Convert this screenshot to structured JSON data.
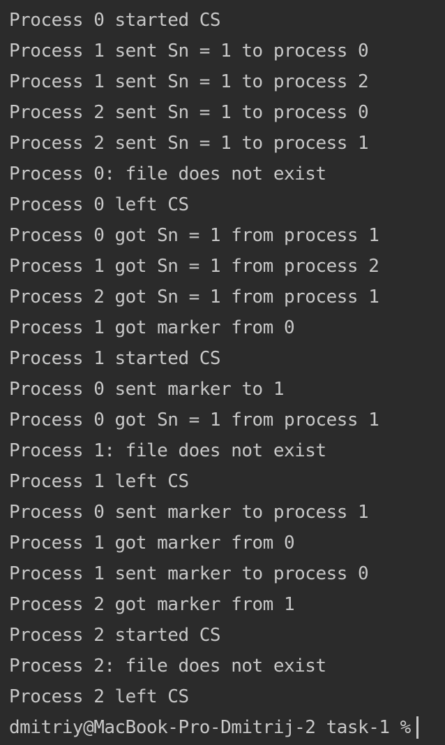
{
  "terminal": {
    "lines": [
      "Process 0 started CS",
      "Process 1 sent Sn = 1 to process 0",
      "Process 1 sent Sn = 1 to process 2",
      "Process 2 sent Sn = 1 to process 0",
      "Process 2 sent Sn = 1 to process 1",
      "Process 0: file does not exist",
      "Process 0 left CS",
      "Process 0 got Sn = 1 from process 1",
      "Process 1 got Sn = 1 from process 2",
      "Process 2 got Sn = 1 from process 1",
      "Process 1 got marker from 0",
      "Process 1 started CS",
      "Process 0 sent marker to 1",
      "Process 0 got Sn = 1 from process 1",
      "Process 1: file does not exist",
      "Process 1 left CS",
      "Process 0 sent marker to process 1",
      "Process 1 got marker from 0",
      "Process 1 sent marker to process 0",
      "Process 2 got marker from 1",
      "Process 2 started CS",
      "Process 2: file does not exist",
      "Process 2 left CS"
    ],
    "prompt": "dmitriy@MacBook-Pro-Dmitrij-2 task-1 %"
  },
  "colors": {
    "background": "#2b2b2b",
    "text": "#c8c8c8"
  }
}
